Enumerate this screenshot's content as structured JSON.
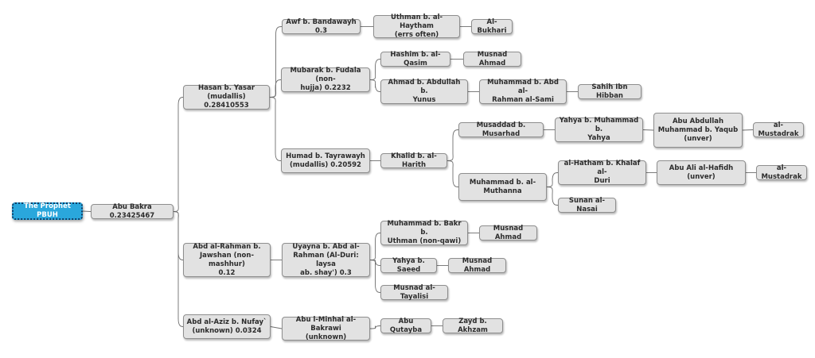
{
  "diagram": {
    "nodes": [
      {
        "id": "prophet",
        "label": "The Prophet PBUH"
      },
      {
        "id": "abu_bakra",
        "label": "Abu Bakra 0.23425467"
      },
      {
        "id": "hasan",
        "label": "Hasan b. Yasar\n(mudallis) 0.28410553"
      },
      {
        "id": "abd_rahman_jawshan",
        "label": "Abd al-Rahman b.\nJawshan (non-mashhur)\n0.12"
      },
      {
        "id": "abd_aziz",
        "label": "Abd al-Aziz b. Nufay`\n(unknown) 0.0324"
      },
      {
        "id": "awf",
        "label": "Awf b. Bandawayh 0.3"
      },
      {
        "id": "mubarak",
        "label": "Mubarak b. Fudala (non-\nhujja) 0.2232"
      },
      {
        "id": "humad",
        "label": "Humad b. Tayrawayh\n(mudallis) 0.20592"
      },
      {
        "id": "uthman_haytham",
        "label": "Uthman b. al-Haytham\n(errs often)"
      },
      {
        "id": "bukhari",
        "label": "Al-Bukhari"
      },
      {
        "id": "hashim",
        "label": "Hashim b. al-Qasim"
      },
      {
        "id": "musnad1",
        "label": "Musnad Ahmad"
      },
      {
        "id": "ahmad_yunus",
        "label": "Ahmad b. Abdullah b.\nYunus"
      },
      {
        "id": "m_sami",
        "label": "Muhammad b. Abd al-\nRahman al-Sami"
      },
      {
        "id": "ibn_hibban",
        "label": "Sahih Ibn Hibban"
      },
      {
        "id": "khalid",
        "label": "Khalid b. al-Harith"
      },
      {
        "id": "musaddad",
        "label": "Musaddad b. Musarhad"
      },
      {
        "id": "yahya_m",
        "label": "Yahya b. Muhammad b.\nYahya"
      },
      {
        "id": "abu_abdullah",
        "label": "Abu Abdullah\nMuhammad b. Yaqub\n(unver)"
      },
      {
        "id": "mustadrak1",
        "label": "al-Mustadrak"
      },
      {
        "id": "m_muthanna",
        "label": "Muhammad b. al-\nMuthanna"
      },
      {
        "id": "hatham",
        "label": "al-Hatham b. Khalaf al-\nDuri"
      },
      {
        "id": "abu_ali",
        "label": "Abu Ali al-Hafidh\n(unver)"
      },
      {
        "id": "mustadrak2",
        "label": "al-Mustadrak"
      },
      {
        "id": "nasai",
        "label": "Sunan al-Nasai"
      },
      {
        "id": "uyayna",
        "label": "Uyayna b. Abd al-\nRahman (Al-Duri: laysa\nab. shay') 0.3"
      },
      {
        "id": "m_bakr",
        "label": "Muhammad b. Bakr b.\nUthman (non-qawi)"
      },
      {
        "id": "musnad2",
        "label": "Musnad Ahmad"
      },
      {
        "id": "yahya_saeed",
        "label": "Yahya b. Saeed"
      },
      {
        "id": "musnad3",
        "label": "Musnad Ahmad"
      },
      {
        "id": "tayalisi",
        "label": "Musnad al-Tayalisi"
      },
      {
        "id": "abu_minhal",
        "label": "Abu l-Minhal al-Bakrawi\n(unknown)"
      },
      {
        "id": "abu_qutayba",
        "label": "Abu Qutayba"
      },
      {
        "id": "zayd",
        "label": "Zayd b. Akhzam"
      }
    ],
    "edges": [
      [
        "prophet",
        "abu_bakra"
      ],
      [
        "abu_bakra",
        "hasan"
      ],
      [
        "abu_bakra",
        "abd_rahman_jawshan"
      ],
      [
        "abu_bakra",
        "abd_aziz"
      ],
      [
        "hasan",
        "awf"
      ],
      [
        "hasan",
        "mubarak"
      ],
      [
        "hasan",
        "humad"
      ],
      [
        "awf",
        "uthman_haytham"
      ],
      [
        "uthman_haytham",
        "bukhari"
      ],
      [
        "mubarak",
        "hashim"
      ],
      [
        "hashim",
        "musnad1"
      ],
      [
        "mubarak",
        "ahmad_yunus"
      ],
      [
        "ahmad_yunus",
        "m_sami"
      ],
      [
        "m_sami",
        "ibn_hibban"
      ],
      [
        "humad",
        "khalid"
      ],
      [
        "khalid",
        "musaddad"
      ],
      [
        "musaddad",
        "yahya_m"
      ],
      [
        "yahya_m",
        "abu_abdullah"
      ],
      [
        "abu_abdullah",
        "mustadrak1"
      ],
      [
        "khalid",
        "m_muthanna"
      ],
      [
        "m_muthanna",
        "hatham"
      ],
      [
        "hatham",
        "abu_ali"
      ],
      [
        "abu_ali",
        "mustadrak2"
      ],
      [
        "m_muthanna",
        "nasai"
      ],
      [
        "abd_rahman_jawshan",
        "uyayna"
      ],
      [
        "uyayna",
        "m_bakr"
      ],
      [
        "m_bakr",
        "musnad2"
      ],
      [
        "uyayna",
        "yahya_saeed"
      ],
      [
        "yahya_saeed",
        "musnad3"
      ],
      [
        "uyayna",
        "tayalisi"
      ],
      [
        "abd_aziz",
        "abu_minhal"
      ],
      [
        "abu_minhal",
        "abu_qutayba"
      ],
      [
        "abu_qutayba",
        "zayd"
      ]
    ]
  }
}
